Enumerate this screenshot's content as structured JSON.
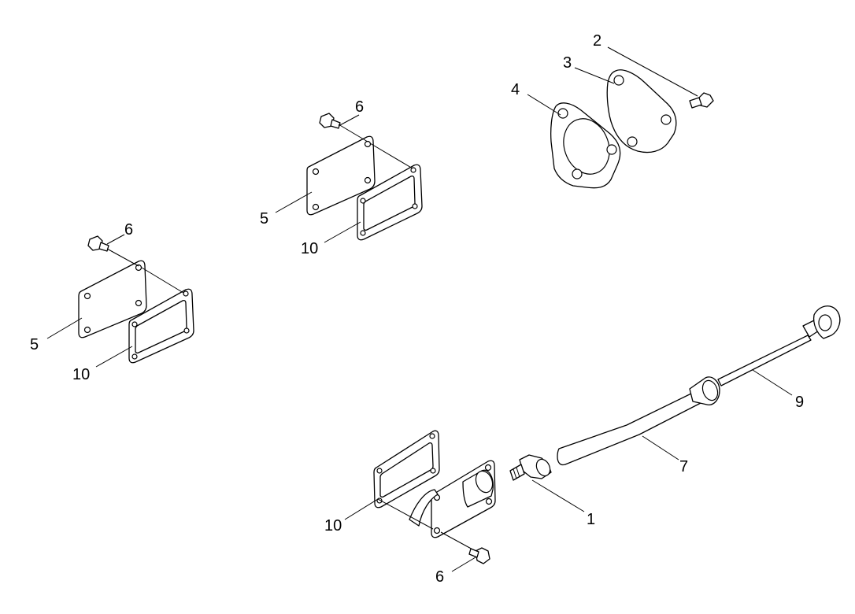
{
  "diagram": {
    "callouts": [
      {
        "id": "c2",
        "text": "2"
      },
      {
        "id": "c3",
        "text": "3"
      },
      {
        "id": "c4",
        "text": "4"
      },
      {
        "id": "c6a",
        "text": "6"
      },
      {
        "id": "c5a",
        "text": "5"
      },
      {
        "id": "c10a",
        "text": "10"
      },
      {
        "id": "c6b",
        "text": "6"
      },
      {
        "id": "c5b",
        "text": "5"
      },
      {
        "id": "c10b",
        "text": "10"
      },
      {
        "id": "c9",
        "text": "9"
      },
      {
        "id": "c7",
        "text": "7"
      },
      {
        "id": "c1",
        "text": "1"
      },
      {
        "id": "c10c",
        "text": "10"
      },
      {
        "id": "c6c",
        "text": "6"
      }
    ]
  }
}
